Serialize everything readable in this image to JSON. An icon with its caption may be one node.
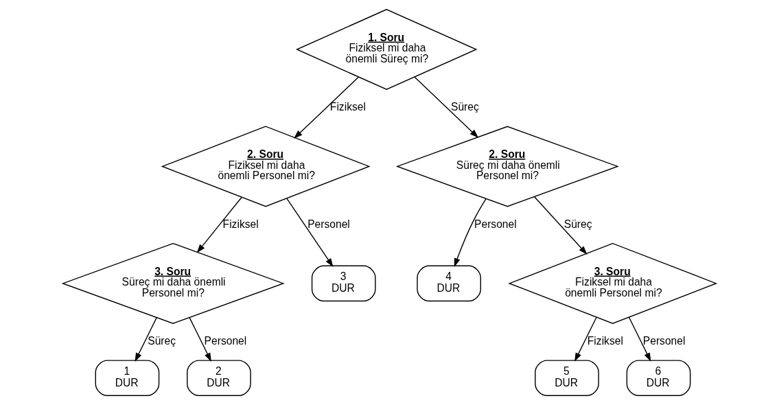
{
  "diagram": {
    "nodes": [
      {
        "text": [
          "1. Soru",
          "Fiziksel mi daha önemli Süreç mi?"
        ]
      },
      {
        "text": [
          "2. Soru",
          "Fiziksel mi daha önemli Personel mi?"
        ]
      },
      {
        "text": [
          "2. Soru",
          "Süreç mi daha önemli Personel mi?"
        ]
      },
      {
        "text": [
          "3. Soru",
          "Süreç mi daha önemli Personel mi?"
        ]
      },
      {
        "text": [
          "3",
          "DUR"
        ]
      },
      {
        "text": [
          "4",
          "DUR"
        ]
      },
      {
        "text": [
          "3. Soru",
          "Fiziksel mi daha önemli Personel mi?"
        ]
      },
      {
        "text": [
          "1",
          "DUR"
        ]
      },
      {
        "text": [
          "2",
          "DUR"
        ]
      },
      {
        "text": [
          "5",
          "DUR"
        ]
      },
      {
        "text": [
          "6",
          "DUR"
        ]
      }
    ],
    "edges": [
      {
        "from": 0,
        "to": 1,
        "arrow": "to",
        "label": "Fiziksel"
      },
      {
        "from": 0,
        "to": 2,
        "arrow": "to",
        "label": "Süreç"
      },
      {
        "from": 1,
        "to": 3,
        "arrow": "to",
        "label": "Fiziksel"
      },
      {
        "from": 1,
        "to": 4,
        "arrow": "to",
        "label": "Personel"
      },
      {
        "from": 2,
        "to": 5,
        "arrow": "to",
        "label": "Personel"
      },
      {
        "from": 2,
        "to": 6,
        "arrow": "to",
        "label": "Süreç"
      },
      {
        "from": 3,
        "to": 7,
        "arrow": "to",
        "label": "Süreç"
      },
      {
        "from": 3,
        "to": 8,
        "arrow": "to",
        "label": "Personel"
      },
      {
        "from": 6,
        "to": 9,
        "arrow": "to",
        "label": "Fiziksel"
      },
      {
        "from": 6,
        "to": 10,
        "arrow": "to",
        "label": "Personel"
      }
    ]
  }
}
